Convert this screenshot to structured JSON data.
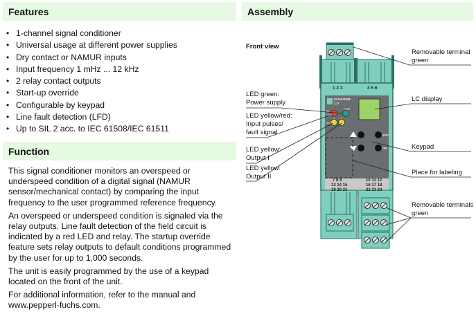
{
  "features": {
    "title": "Features",
    "items": [
      "1-channel signal conditioner",
      "Universal usage at different power supplies",
      "Dry contact or NAMUR inputs",
      "Input frequency 1 mHz ... 12 kHz",
      "2 relay contact outputs",
      "Start-up override",
      "Configurable by keypad",
      "Line fault detection (LFD)",
      "Up to SIL 2 acc. to IEC 61508/IEC 61511"
    ]
  },
  "function": {
    "title": "Function",
    "paragraphs": [
      "This signal conditioner monitors an overspeed or underspeed condition of a digital signal (NAMUR sensor/mechanical contact) by comparing the input frequency to the user programmed reference frequency.",
      "An overspeed or underspeed condition is signaled via the relay outputs. Line fault detection of the field circuit is indicated by a red LED and relay. The startup override feature sets relay outputs to default conditions programmed by the user for up to 1,000 seconds.",
      "The unit is easily programmed by the use of a keypad located on the front of the unit.",
      "For additional information, refer to the manual and www.pepperl-fuchs.com."
    ]
  },
  "assembly": {
    "title": "Assembly",
    "view_label": "Front view",
    "callouts": {
      "removable_terminal_top_1": "Removable terminal",
      "removable_terminal_top_2": "green",
      "led_green_1": "LED green:",
      "led_green_2": "Power supply",
      "led_yr_1": "LED yellow/red:",
      "led_yr_2": "Input pulses/",
      "led_yr_3": "fault signal",
      "led_y1_1": "LED yellow:",
      "led_y1_2": "Output I",
      "led_y2_1": "LED yellow:",
      "led_y2_2": "Output II",
      "lc_display": "LC display",
      "keypad": "Keypad",
      "labeling": "Place for labeling",
      "removable_terminals_bottom_1": "Removable terminals",
      "removable_terminals_bottom_2": "green"
    },
    "device": {
      "top_terminal_numbers_left": "1 2 3",
      "top_terminal_numbers_right": "4 5 6",
      "model_line1": "KFU8-DW8-",
      "model_line2": "1.D",
      "pwr_label": "PWR",
      "in_label": "IN",
      "chk_label": "CHK",
      "out_label": "OUT",
      "led1_num": "1",
      "led2_num": "2",
      "esc_label": "ESC",
      "ok_label": "OK",
      "terminal_rows_left": [
        "7  8  9",
        "13 14 15",
        "19 20 21"
      ],
      "terminal_rows_right": [
        "10 11 12",
        "16 17 18",
        "22 23 24"
      ]
    },
    "colors": {
      "housing": "#7fcfbf",
      "housing_dark": "#2e6e63",
      "panel": "#6b6e70",
      "lcd": "#9ed36a",
      "led_red": "#e0502e",
      "led_green": "#1aa58e",
      "led_yellow": "#f3d33a"
    }
  },
  "colors": {
    "header_bg": "#e6f9e2"
  }
}
